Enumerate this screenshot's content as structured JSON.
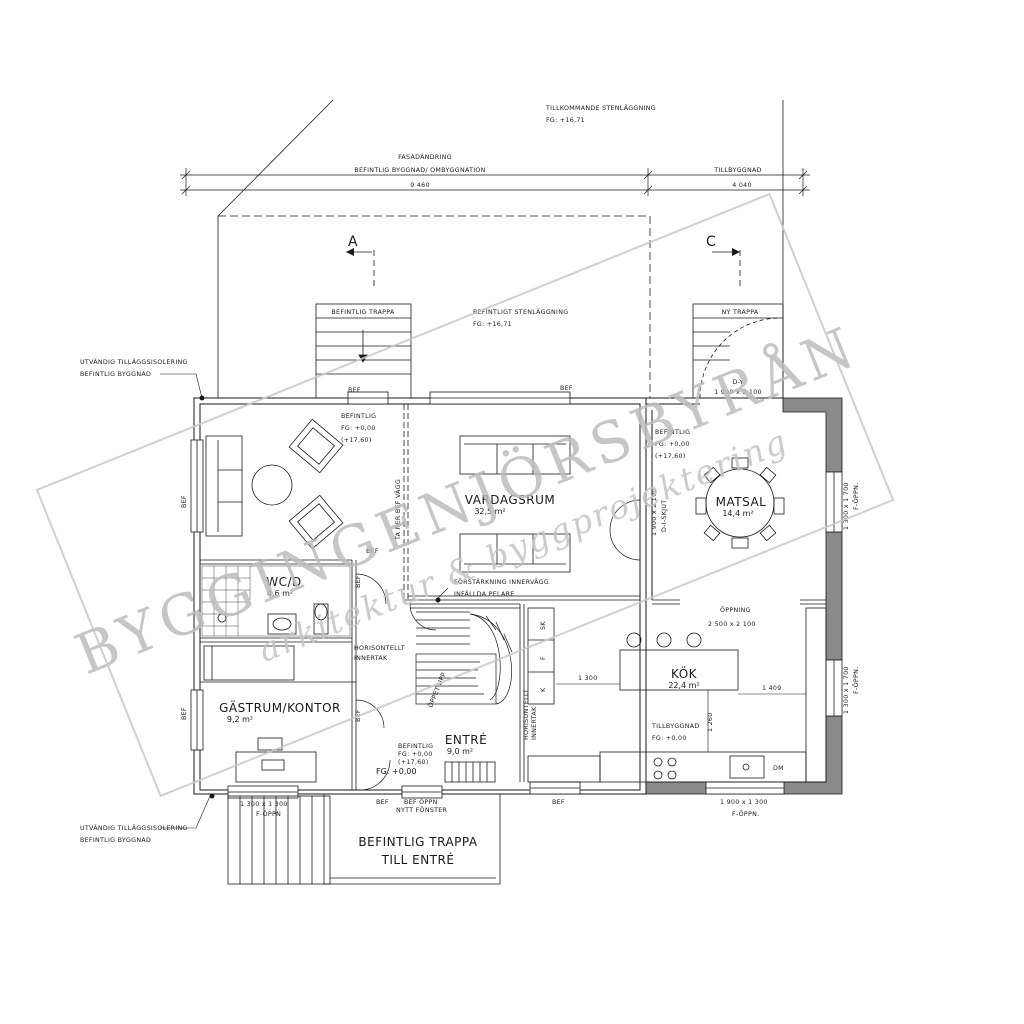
{
  "dimensions": {
    "top_left_label": "FASADÄNDRING",
    "top_left_sub": "BEFINTLIG BYGGNAD/ OMBYGGNATION",
    "top_left_value": "9 460",
    "top_right_label": "TILLBYGGNAD",
    "top_right_value": "4 040"
  },
  "top_notes": {
    "stone_new": "TILLKOMMANDE STENLÄGGNING",
    "stone_new_fg": "FG: +16,71",
    "stone_old": "BEFINTLIGT STENLÄGGNING",
    "stone_old_fg": "FG: +16,71",
    "stair_old": "BEFINTLIG TRAPPA",
    "stair_new": "NY TRAPPA",
    "section_a": "A",
    "section_c": "C",
    "door_dy": "D-Y",
    "door_dy_size": "1 900 x 2 100"
  },
  "side_notes": {
    "insulation_1": "UTVÄNDIG TILLÄGGSISOLERING",
    "insulation_1b": "BEFINTLIG BYGGNAD",
    "insulation_2": "UTVÄNDIG TILLÄGGSISOLERING",
    "insulation_2b": "BEFINTLIG BYGGNAD"
  },
  "rooms": {
    "vardagsrum": "VARDAGSRUM",
    "vardagsrum_area": "32,5 m²",
    "matsal": "MATSAL",
    "matsal_area": "14,4 m²",
    "wcd": "WC/D",
    "wcd_area": "4,6 m²",
    "gastrum": "GÄSTRUM/KONTOR",
    "gastrum_area": "9,2 m²",
    "entre": "ENTRÉ",
    "entre_area": "9,0 m²",
    "kok": "KÖK",
    "kok_area": "22,4 m²"
  },
  "labels": {
    "bef": "BEF",
    "befintlig": "BEFINTLIG",
    "fg_000": "FG: +0,00",
    "fg_1760": "(+17,60)",
    "ta_ner": "TA NER BEF VÄGG",
    "skjut_size": "1 900 x 2 100",
    "skjut": "D-I-SKJUT",
    "forstarkning": "FÖRSTÄRKNING INNERVÄGG",
    "infallda": "INFÄLLDA PELARE",
    "oppning": "ÖPPNING",
    "oppning_size": "2 500 x 2 100",
    "horisontell": "HORISONTELLT",
    "innertak": "INNERTAK",
    "oppet_upp": "ÖPPET UPP",
    "sk": "SK",
    "f": "F",
    "k": "K",
    "dim_1300": "1 300",
    "dim_1409": "1 409",
    "dim_1260": "1 260",
    "tillbyggnad": "TILLBYGGNAD",
    "dm": "DM",
    "fopp_1300x1300": "1 300 x 1 300",
    "fopp_label": "F-ÖPPN",
    "fopp_label2": "F-ÖPPN.",
    "fopp_1900x1300": "1 900 x 1 300",
    "fopp_1300x1700": "1 300 x 1 700",
    "bef_oppn": "BEF ÖPPN",
    "nytt_fonster": "NYTT FÖNSTER",
    "trappa_entre_1": "BEFINTLIG TRAPPA",
    "trappa_entre_2": "TILL ENTRÉ"
  },
  "watermark": {
    "main": "BYGGINGENJÖRSBYRÅN",
    "sub": "arkitektur & byggprojektering"
  },
  "colors": {
    "line": "#1a1a1a",
    "wall_fill": "#8a8a8a",
    "watermark": "#bdbdbd"
  }
}
